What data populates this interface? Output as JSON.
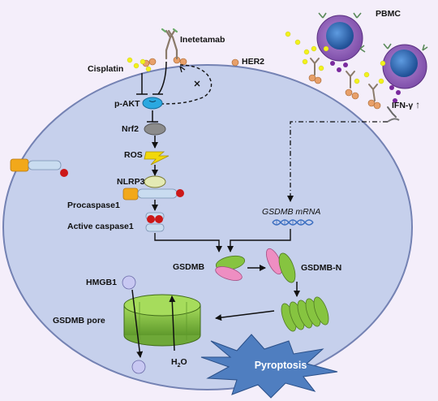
{
  "labels": {
    "inetetamab": "Inetetamab",
    "pbmc": "PBMC",
    "cisplatin": "Cisplatin",
    "her2": "HER2",
    "p_akt": "p-AKT",
    "nrf2": "Nrf2",
    "ros": "ROS",
    "nlrp3": "NLRP3",
    "procaspase1": "Procaspase1",
    "active_caspase1": "Active caspase1",
    "ifn_gamma": "IFN-γ",
    "gsdmb_mrna": "GSDMB mRNA",
    "gsdmb": "GSDMB",
    "gsdmb_n": "GSDMB-N",
    "hmgb1": "HMGB1",
    "gsdmb_pore": "GSDMB pore",
    "water_h": "H",
    "water_sub": "2",
    "water_o": "O",
    "pyroptosis": "Pyroptosis"
  },
  "colors": {
    "background": "#f4eefa",
    "cell_fill": "#c6d0ec",
    "cell_stroke": "#7482b3",
    "pbmc_outer": "#8a5ab0",
    "pbmc_nucleus": "#2f5fa6",
    "gsdmb_green": "#86c440",
    "gsdmb_pink": "#ee8ec2",
    "caspase_red": "#cc1818",
    "procaspase_orange": "#f2a81a",
    "burst_blue": "#4f7ec0",
    "hmgb1_ball": "#c8c8f2",
    "cisplatin_yellow": "#f2f21c"
  },
  "icons": [
    "pbmc-cell-icon",
    "antibody-icon",
    "her2-receptor-icon",
    "lightning-icon",
    "dna-helix-icon",
    "pore-icon",
    "burst-icon"
  ]
}
